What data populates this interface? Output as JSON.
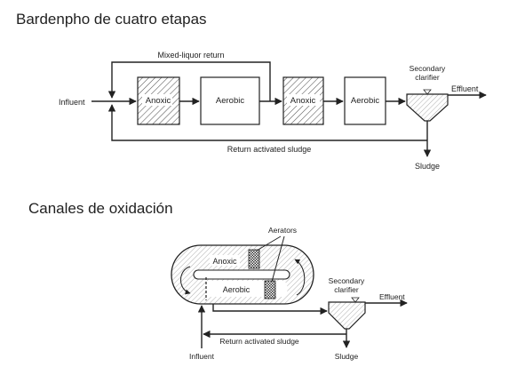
{
  "diagram1": {
    "title": "Bardenpho de cuatro etapas",
    "mixed_liquor_return": "Mixed-liquor return",
    "influent": "Influent",
    "tanks": [
      "Anoxic",
      "Aerobic",
      "Anoxic",
      "Aerobic"
    ],
    "secondary_clarifier": [
      "Secondary",
      "clarifier"
    ],
    "effluent": "Effluent",
    "return_sludge": "Return activated sludge",
    "sludge": "Sludge"
  },
  "diagram2": {
    "title": "Canales de oxidación",
    "aerators": "Aerators",
    "anoxic": "Anoxic",
    "aerobic": "Aerobic",
    "secondary_clarifier": [
      "Secondary",
      "clarifier"
    ],
    "effluent": "Effluent",
    "return_sludge": "Return activated sludge",
    "influent": "Influent",
    "sludge": "Sludge"
  }
}
